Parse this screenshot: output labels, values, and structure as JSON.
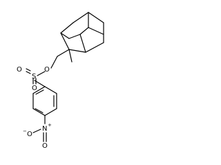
{
  "molecule": {
    "labels": {
      "o_ester": "O",
      "s": "S",
      "o_s_left": "O",
      "o_s_bottom": "O",
      "methyl": "",
      "n": "N",
      "n_charge": "+",
      "o_nitro_left": "O",
      "o_nitro_left_charge": "−",
      "o_nitro_bottom": "O"
    }
  },
  "colors": {
    "ink": "#000000",
    "background": "#ffffff"
  }
}
